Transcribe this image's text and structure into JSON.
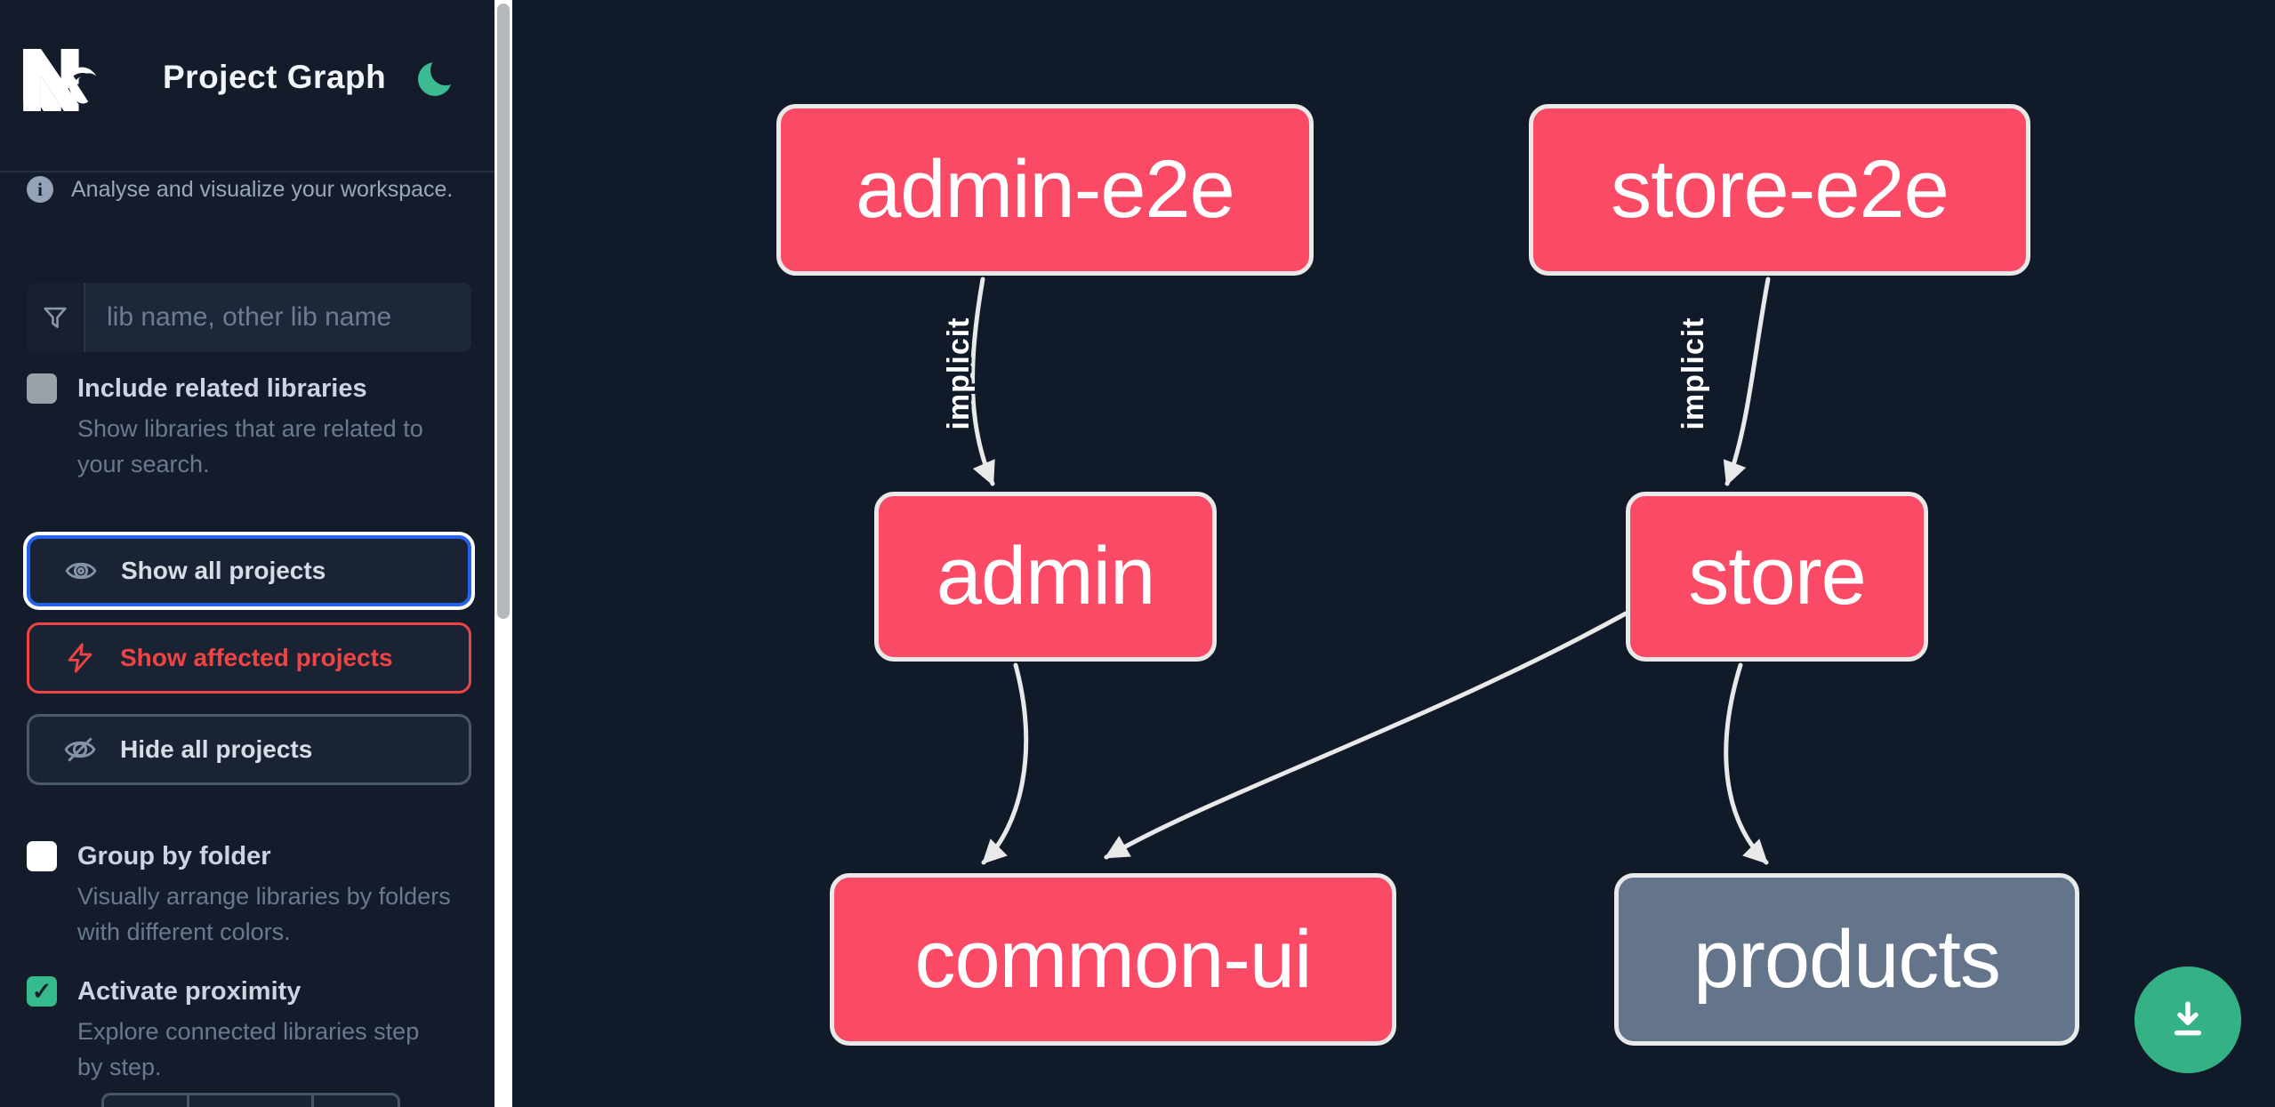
{
  "header": {
    "app_title": "Project Graph"
  },
  "info_banner": {
    "text": "Analyse and visualize your workspace."
  },
  "search": {
    "placeholder": "lib name, other lib name",
    "value": ""
  },
  "filters": {
    "include_related": {
      "label": "Include related libraries",
      "description": "Show libraries that are related to your search.",
      "checked": false
    },
    "group_by_folder": {
      "label": "Group by folder",
      "description": "Visually arrange libraries by folders with different colors.",
      "checked": false
    },
    "activate_proximity": {
      "label": "Activate proximity",
      "description": "Explore connected libraries step by step.",
      "checked": true,
      "checkmark": "✓"
    }
  },
  "actions": {
    "show_all": {
      "label": "Show all projects"
    },
    "show_affected": {
      "label": "Show affected projects"
    },
    "hide_all": {
      "label": "Hide all projects"
    }
  },
  "graph": {
    "nodes": [
      {
        "id": "admin-e2e",
        "label": "admin-e2e",
        "style": "pink"
      },
      {
        "id": "store-e2e",
        "label": "store-e2e",
        "style": "pink"
      },
      {
        "id": "admin",
        "label": "admin",
        "style": "pink"
      },
      {
        "id": "store",
        "label": "store",
        "style": "pink"
      },
      {
        "id": "common-ui",
        "label": "common-ui",
        "style": "pink"
      },
      {
        "id": "products",
        "label": "products",
        "style": "gray"
      }
    ],
    "edges": [
      {
        "from": "admin-e2e",
        "to": "admin",
        "label": "implicit"
      },
      {
        "from": "store-e2e",
        "to": "store",
        "label": "implicit"
      },
      {
        "from": "admin",
        "to": "common-ui",
        "label": ""
      },
      {
        "from": "store",
        "to": "common-ui",
        "label": ""
      },
      {
        "from": "store",
        "to": "products",
        "label": ""
      }
    ]
  },
  "fab": {
    "icon": "download-icon"
  },
  "colors": {
    "node_pink": "#fb4a66",
    "node_gray": "#64748b",
    "accent_green": "#34b286",
    "focus_blue": "#2563eb",
    "alert_red": "#ef4444",
    "background": "#111a28"
  }
}
